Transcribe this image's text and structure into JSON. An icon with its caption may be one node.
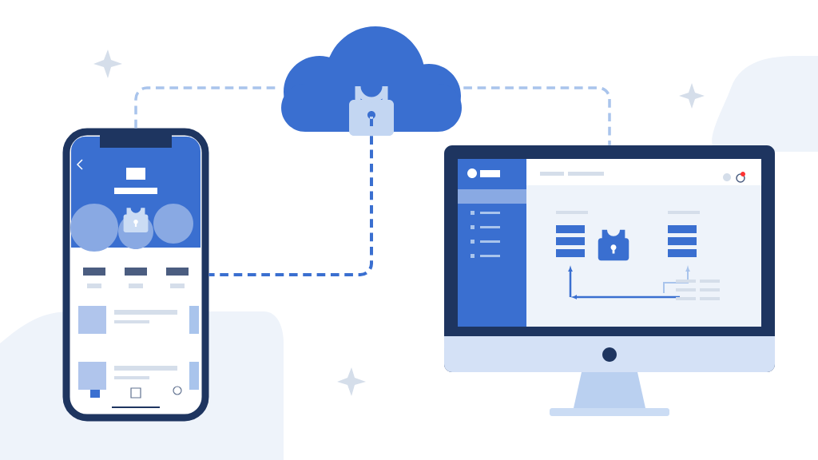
{
  "diagram": {
    "nodes": [
      {
        "text": [],
        "shape": "cloud"
      },
      {
        "text": [],
        "shape": "picture"
      },
      {
        "text": [],
        "shape": "picture"
      }
    ],
    "edges": [
      {
        "from": 1,
        "to": 0,
        "arrow": "none",
        "style": "dashed"
      },
      {
        "from": 0,
        "to": 2,
        "arrow": "none",
        "style": "dashed"
      },
      {
        "from": 0,
        "to": 1,
        "arrow": "none",
        "style": "dashed",
        "color": "#3a6fd0"
      }
    ]
  }
}
